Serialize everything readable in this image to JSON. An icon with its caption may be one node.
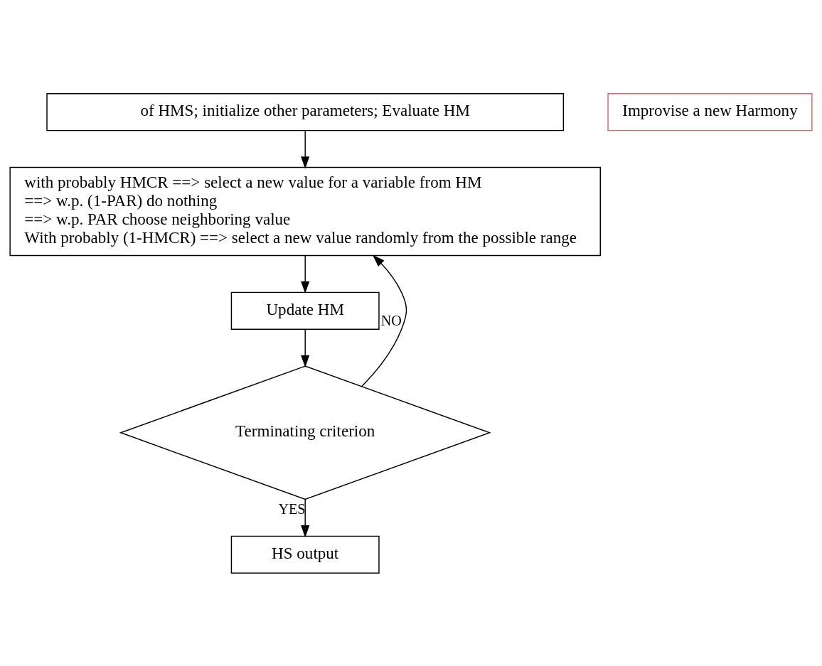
{
  "diagram": {
    "nodes": [
      {
        "text": [
          "of HMS; initialize other parameters; Evaluate HM"
        ]
      },
      {
        "text": [
          "Improvise a new Harmony"
        ]
      },
      {
        "text": [
          "with probably HMCR ==> select a new value for a variable from HM",
          "==> w.p. (1-PAR) do nothing",
          "==> w.p. PAR choose neighboring value",
          "With probably (1-HMCR) ==> select a new value randomly from the possible range"
        ]
      },
      {
        "text": [
          "Update HM"
        ]
      },
      {
        "text": [
          "Terminating criterion"
        ]
      },
      {
        "text": [
          "HS output"
        ]
      }
    ],
    "edges": [
      {
        "from": 0,
        "to": 2,
        "arrow": "to"
      },
      {
        "from": 2,
        "to": 3,
        "arrow": "to"
      },
      {
        "from": 3,
        "to": 4,
        "arrow": "to"
      },
      {
        "from": 4,
        "to": 2,
        "arrow": "to",
        "label": "NO"
      },
      {
        "from": 4,
        "to": 5,
        "arrow": "to",
        "label": "YES"
      }
    ]
  }
}
